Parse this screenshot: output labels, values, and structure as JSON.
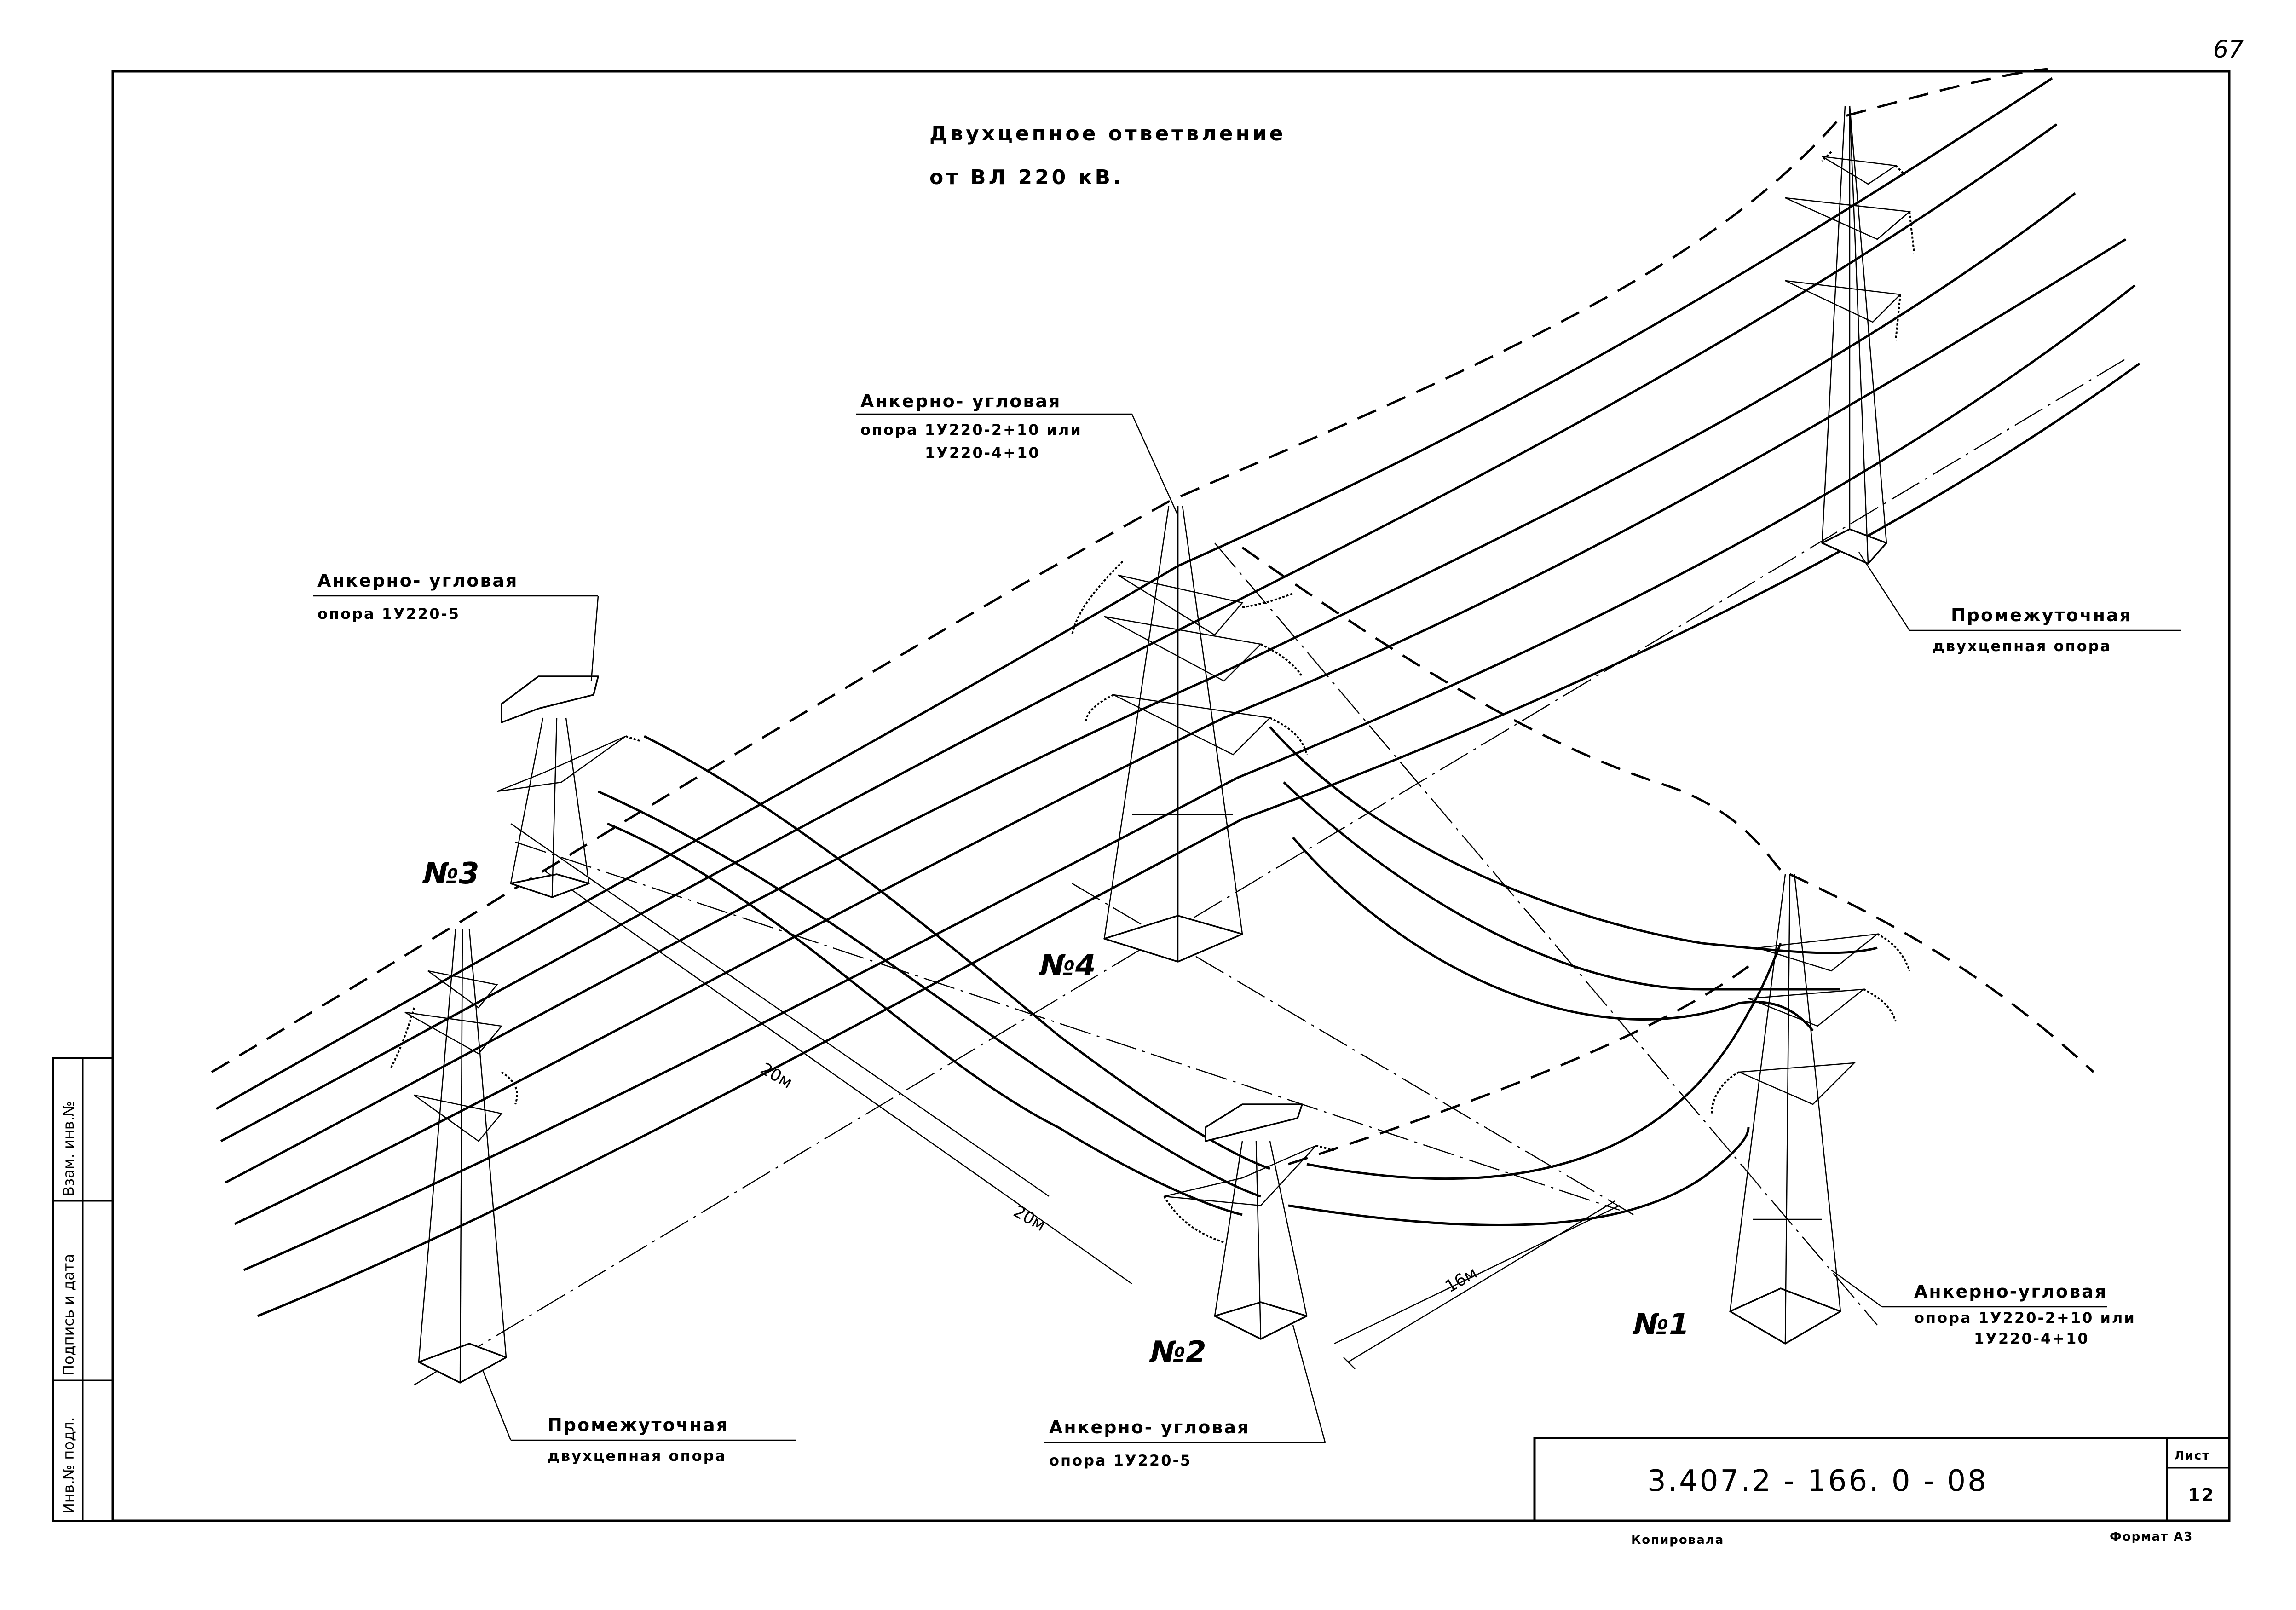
{
  "page_number": "67",
  "title": {
    "line1": "Двухцепное ответвление",
    "line2": "от ВЛ 220 кВ."
  },
  "labels": {
    "top_anchor": {
      "line1": "Анкерно- угловая",
      "line2": "опора 1У220-2+10 или",
      "line3": "1У220-4+10"
    },
    "left_anchor": {
      "line1": "Анкерно- угловая",
      "line2": "опора 1У220-5"
    },
    "top_right_intermediate": {
      "line1": "Промежуточная",
      "line2": "двухцепная опора"
    },
    "bottom_left_intermediate": {
      "line1": "Промежуточная",
      "line2": "двухцепная опора"
    },
    "bottom_center_anchor": {
      "line1": "Анкерно- угловая",
      "line2": "опора 1У220-5"
    },
    "bottom_right_anchor": {
      "line1": "Анкерно-угловая",
      "line2": "опора 1У220-2+10 или",
      "line3": "1У220-4+10"
    }
  },
  "tower_numbers": {
    "n1": "№1",
    "n2": "№2",
    "n3": "№3",
    "n4": "№4"
  },
  "dimensions": {
    "d1": "20м",
    "d2": "20м",
    "d3": "16м"
  },
  "side_stamp": {
    "inv_podl": "Инв.№ подл.",
    "podpis_data": "Подпись и дата",
    "vzam_inv": "Взам. инв.№"
  },
  "title_block": {
    "document_code": "3.407.2 - 166. 0 - 08",
    "sheet_label": "Лист",
    "sheet_number": "12"
  },
  "footer": {
    "copied": "Копировала",
    "format": "Формат А3"
  }
}
